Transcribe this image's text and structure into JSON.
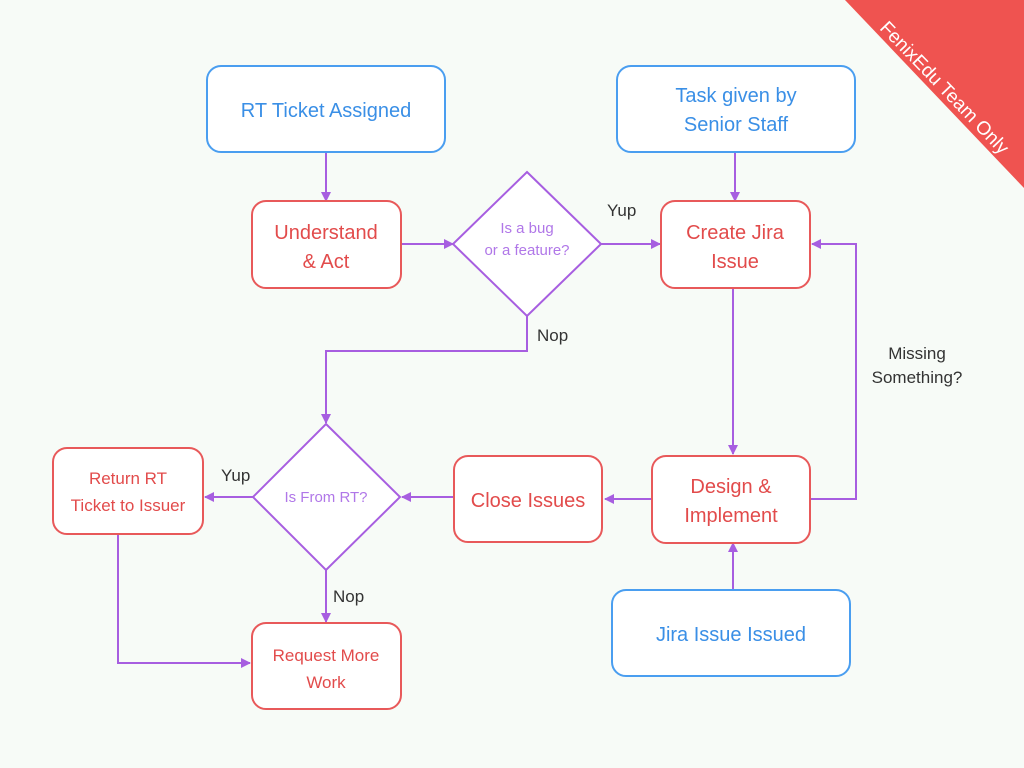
{
  "colors": {
    "start_border": "#4a9ef0",
    "start_text": "#3a8fe6",
    "process_border": "#e8595a",
    "process_text": "#e24b4b",
    "decision_border": "#a75ee0",
    "decision_text": "#b077e8",
    "arrow": "#a75ee0",
    "banner": "#ef5350",
    "label_text": "#333333"
  },
  "banner": {
    "text": "FenixEdu Team Only"
  },
  "nodes": {
    "rt_ticket_assigned": {
      "lines": [
        "RT Ticket Assigned"
      ]
    },
    "task_given": {
      "lines": [
        "Task given by",
        "Senior Staff"
      ]
    },
    "understand_act": {
      "lines": [
        "Understand",
        "& Act"
      ]
    },
    "is_bug_or_feature": {
      "lines": [
        "Is a bug",
        "or a feature?"
      ]
    },
    "create_jira_issue": {
      "lines": [
        "Create Jira",
        "Issue"
      ]
    },
    "design_implement": {
      "lines": [
        "Design &",
        "Implement"
      ]
    },
    "close_issues": {
      "lines": [
        "Close Issues"
      ]
    },
    "is_from_rt": {
      "lines": [
        "Is From RT?"
      ]
    },
    "return_rt_ticket": {
      "lines": [
        "Return RT",
        "Ticket to Issuer"
      ]
    },
    "request_more_work": {
      "lines": [
        "Request More",
        "Work"
      ]
    },
    "jira_issue_issued": {
      "lines": [
        "Jira Issue Issued"
      ]
    }
  },
  "edge_labels": {
    "yup_feature": "Yup",
    "nop_feature": "Nop",
    "yup_rt": "Yup",
    "nop_rt": "Nop",
    "missing_something": [
      "Missing",
      "Something?"
    ]
  }
}
